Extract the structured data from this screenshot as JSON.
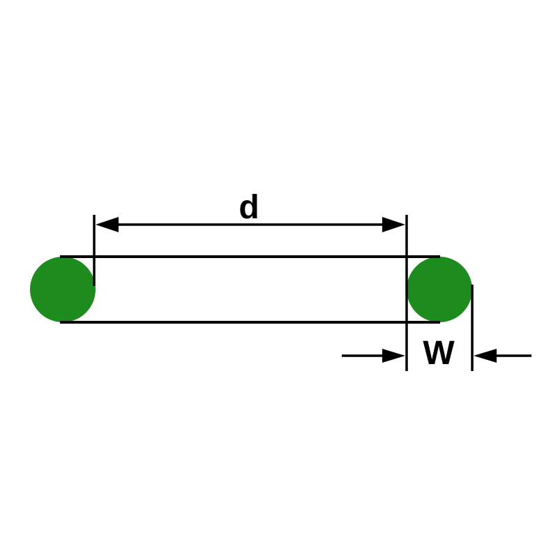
{
  "diagram": {
    "type": "o-ring-dimension-drawing",
    "description": "Cross-section schematic of an O-ring seal with inner diameter and cross-section width dimensions",
    "labels": {
      "inner_diameter": "d",
      "cross_section_width": "W"
    },
    "colors": {
      "ring_fill": "#1e8b1e",
      "line": "#000000",
      "background": "#ffffff"
    }
  }
}
